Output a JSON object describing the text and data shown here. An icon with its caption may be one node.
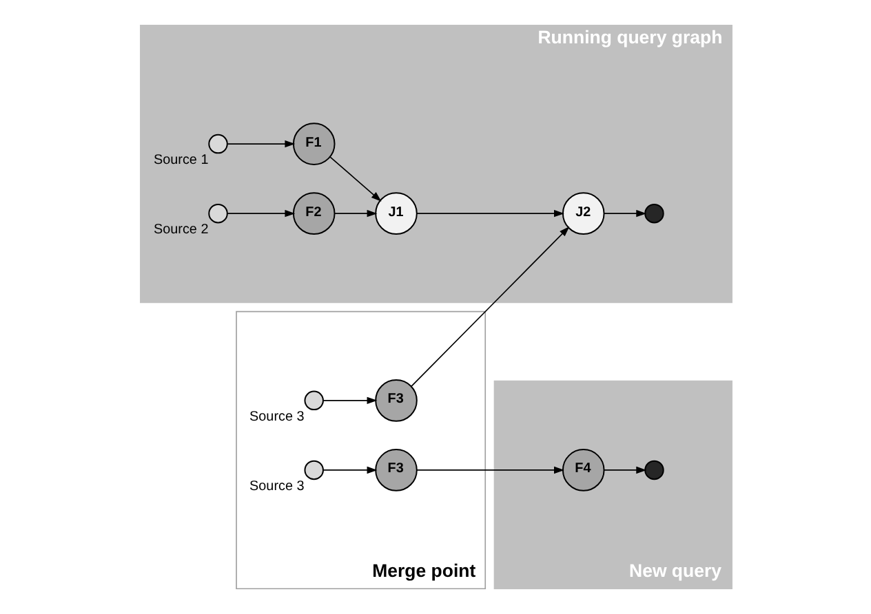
{
  "diagram": {
    "nodes": [
      {
        "text": [
          "Running query graph"
        ]
      },
      {
        "text": [],
        "shape": "circle",
        "in": 0,
        "beside": [
          "Source 1"
        ]
      },
      {
        "text": [
          "F1"
        ],
        "in": 0
      },
      {
        "text": [],
        "shape": "circle",
        "in": 0,
        "beside": [
          "Source 2"
        ]
      },
      {
        "text": [
          "F2"
        ],
        "in": 0
      },
      {
        "text": [
          "J1"
        ],
        "in": 0
      },
      {
        "text": [
          "J2"
        ],
        "in": 0
      },
      {
        "text": [],
        "shape": "circle",
        "in": 0
      },
      {
        "text": [
          "Merge point"
        ]
      },
      {
        "text": [],
        "shape": "circle",
        "in": 8,
        "beside": [
          "Source 3"
        ]
      },
      {
        "text": [
          "F3"
        ],
        "in": 8
      },
      {
        "text": [],
        "shape": "circle",
        "in": 8,
        "beside": [
          "Source 3"
        ]
      },
      {
        "text": [
          "F3"
        ],
        "in": 8
      },
      {
        "text": [
          "New query"
        ]
      },
      {
        "text": [
          "F4"
        ],
        "in": 13
      },
      {
        "text": [],
        "shape": "circle",
        "in": 13
      }
    ],
    "edges": [
      {
        "from": 1,
        "to": 2,
        "arrow": "to"
      },
      {
        "from": 2,
        "to": 5,
        "arrow": "to"
      },
      {
        "from": 3,
        "to": 4,
        "arrow": "to"
      },
      {
        "from": 4,
        "to": 5,
        "arrow": "to"
      },
      {
        "from": 5,
        "to": 6,
        "arrow": "to"
      },
      {
        "from": 10,
        "to": 6,
        "arrow": "to"
      },
      {
        "from": 6,
        "to": 7,
        "arrow": "to"
      },
      {
        "from": 9,
        "to": 10,
        "arrow": "to"
      },
      {
        "from": 11,
        "to": 12,
        "arrow": "to"
      },
      {
        "from": 12,
        "to": 14,
        "arrow": "to"
      },
      {
        "from": 14,
        "to": 15,
        "arrow": "to"
      }
    ]
  }
}
